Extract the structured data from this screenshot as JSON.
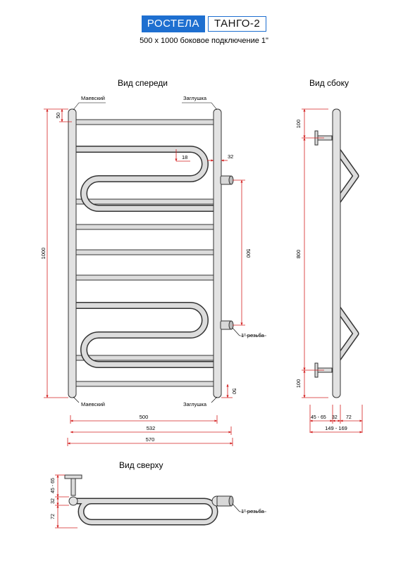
{
  "header": {
    "brand": "РОСТЕЛА",
    "model": "ТАНГО-2",
    "subtitle": "500 x 1000 боковое подключение 1\""
  },
  "views": {
    "front": "Вид спереди",
    "side": "Вид сбоку",
    "top": "Вид сверху"
  },
  "labels": {
    "mayevsky_top": "Маевский",
    "plug_top": "Заглушка",
    "mayevsky_bottom": "Маевский",
    "plug_bottom": "Заглушка",
    "thread_front": "1\" резьба",
    "thread_top": "1\" резьба"
  },
  "dimensions": {
    "d50_top": "50",
    "d1000": "1000",
    "d18": "18",
    "d32": "32",
    "d500_vert": "500",
    "d50_bottom": "50",
    "d500": "500",
    "d532": "532",
    "d570": "570",
    "side_100_top": "100",
    "side_800": "800",
    "side_100_bottom": "100",
    "side_45_65": "45 - 65",
    "side_32": "32",
    "side_72": "72",
    "side_149_169": "149 - 169",
    "top_45_65": "45 - 65",
    "top_32": "32",
    "top_72": "72"
  },
  "colors": {
    "brand": "#1e6fd0",
    "dimension": "#d42020",
    "pipe_stroke": "#333333",
    "pipe_fill": "#dcdcdc"
  }
}
